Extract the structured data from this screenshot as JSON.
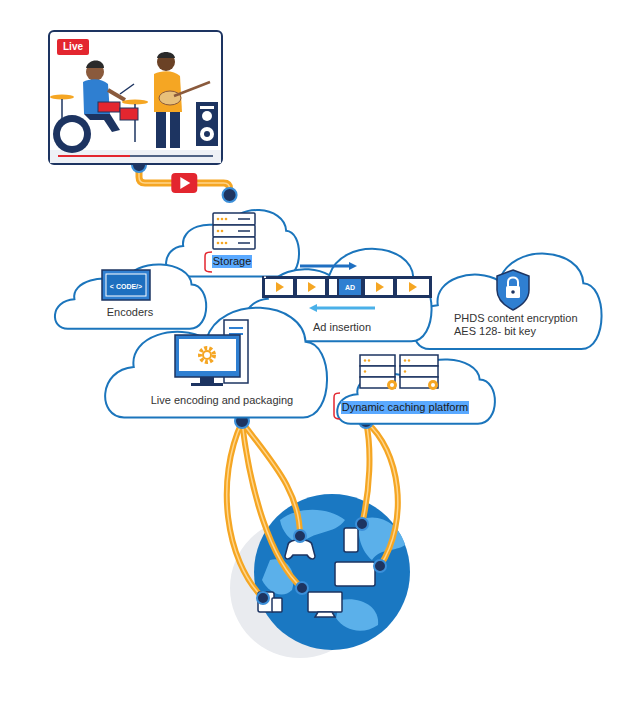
{
  "diagram": {
    "nodes": [
      {
        "text": [
          "Live"
        ]
      },
      {
        "text": [
          "Storage"
        ]
      },
      {
        "text": [
          "Encoders"
        ]
      },
      {
        "text": [
          "Ad insertion"
        ]
      },
      {
        "text": [
          "PHDS content encryption AES 128- bit key"
        ]
      },
      {
        "text": [
          "Live encoding and packaging"
        ]
      },
      {
        "text": [
          "Dynamic caching platform"
        ]
      }
    ],
    "edges": [
      {
        "from": 0,
        "to": 1,
        "arrow": "none"
      }
    ],
    "labels": [
      "< CODE/>",
      "AD"
    ]
  }
}
